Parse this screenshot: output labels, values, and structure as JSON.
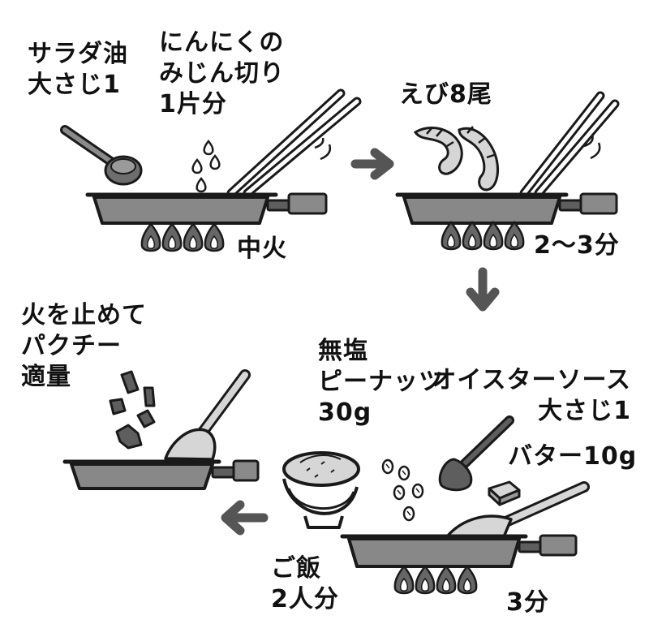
{
  "labels": {
    "oil": "サラダ油\n大さじ1",
    "garlic": "にんにくの\nみじん切り\n1片分",
    "heat": "中火",
    "shrimp": "えび8尾",
    "time1": "2～3分",
    "peanuts": "無塩\nピーナッツ\n30g",
    "oyster": "オイスターソース\n大さじ1",
    "butter": "バター10g",
    "rice": "ご飯\n2人分",
    "time2": "3分",
    "finish": "火を止めて\nパクチー\n適量"
  },
  "colors": {
    "ink": "#1a1a1a",
    "pan": "#888888",
    "pan_dark": "#5e5e5e",
    "arrow": "#555555",
    "light": "#d6d6d6",
    "flame": "#666666"
  },
  "icons": [
    "measuring-spoon-icon",
    "chopsticks-icon",
    "frying-pan-icon",
    "flame-icon",
    "shrimp-icon",
    "spatula-icon",
    "bowl-icon",
    "arrow-icon",
    "sauce-spoon-icon",
    "butter-icon"
  ]
}
